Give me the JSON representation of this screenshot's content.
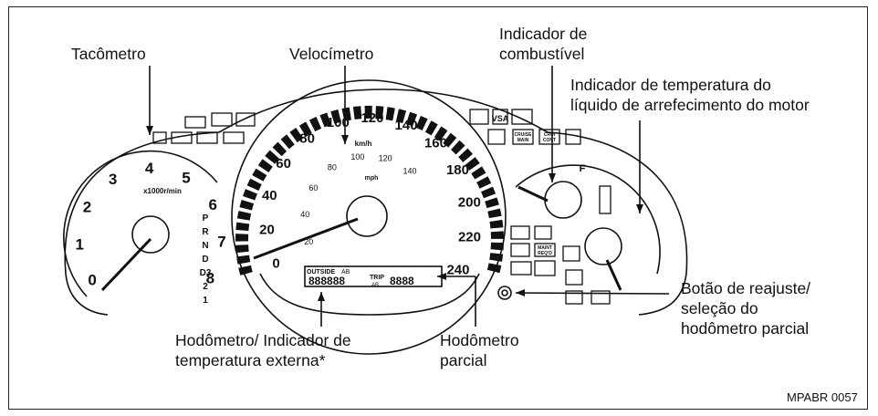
{
  "callouts": {
    "tachometer": "Tacômetro",
    "speedometer": "Velocímetro",
    "fuel_gauge": "Indicador de\ncombustível",
    "temp_gauge": "Indicador de temperatura do\nlíquido de arrefecimento do motor",
    "trip_button": "Botão de reajuste/\nseleção do\nhodômetro parcial",
    "odometer": "Hodômetro/ Indicador de\ntemperatura externa*",
    "trip_meter": "Hodômetro\nparcial"
  },
  "figure_code": "MPABR 0057",
  "tachometer": {
    "ticks": [
      "0",
      "1",
      "2",
      "3",
      "4",
      "5",
      "6",
      "7",
      "8"
    ],
    "unit": "x1000r/min"
  },
  "speedometer": {
    "kmh_ticks": [
      "0",
      "20",
      "40",
      "60",
      "80",
      "100",
      "120",
      "140",
      "160",
      "180",
      "200",
      "220",
      "240"
    ],
    "mph_ticks": [
      "20",
      "40",
      "60",
      "80",
      "100",
      "120",
      "140"
    ],
    "kmh_unit": "km/h",
    "mph_unit": "mph"
  },
  "gear_indicator": [
    "P",
    "R",
    "N",
    "D",
    "D3",
    "2",
    "1"
  ],
  "display": {
    "outside_label": "OUTSIDE",
    "a_b_label": "AB",
    "trip_label": "TRIP",
    "trip_ab": "AB",
    "odometer_digits": "888888",
    "trip_digits": "8888"
  },
  "fuel": {
    "full": "F",
    "pump_icon": "fuel-pump-icon"
  },
  "warning_lights": {
    "cruise_main": "CRUISE\nMAIN",
    "cruise_control": "CRUI\nCONT",
    "maint": "MAINT\nREQ'D",
    "vsa": "VSA"
  },
  "colors": {
    "ink": "#111111",
    "background": "#ffffff"
  }
}
